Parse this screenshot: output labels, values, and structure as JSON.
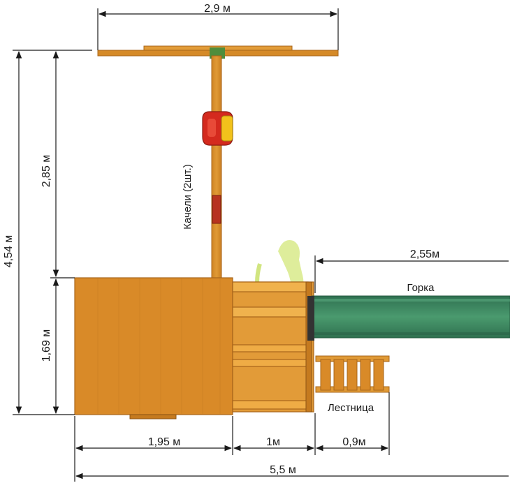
{
  "dimensions": {
    "total_width": "5,5 м",
    "tower_width": "1,95 м",
    "platform_width": "1м",
    "ladder_width": "0,9м",
    "slide_length": "2,55м",
    "swing_beam_width": "2,9 м",
    "total_depth": "4,54 м",
    "swing_depth": "2,85 м",
    "tower_depth": "1,69 м"
  },
  "labels": {
    "swings": "Качели (2шт.)",
    "slide": "Горка",
    "ladder": "Лестница"
  },
  "colors": {
    "wood": "#d9902a",
    "wood_dark": "#b8701a",
    "slide": "#3f8a62",
    "seat": "#d42a1e",
    "seat_accent": "#f2c21b",
    "logo": "#c9e06a"
  }
}
